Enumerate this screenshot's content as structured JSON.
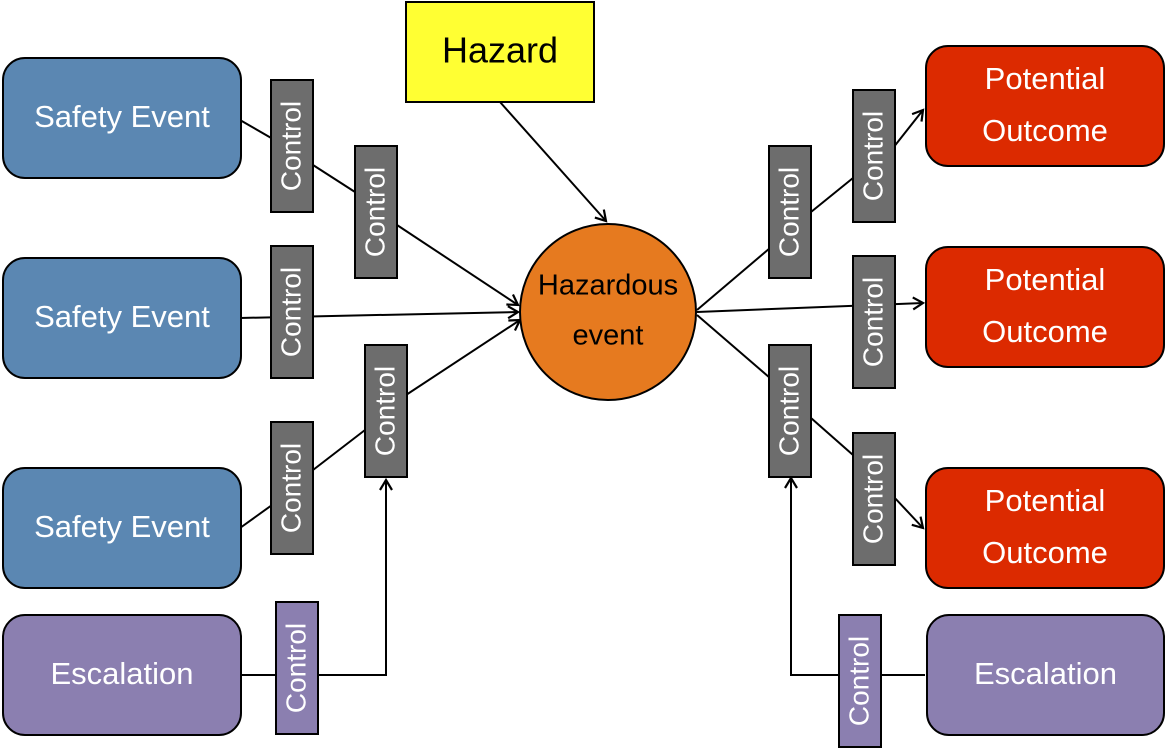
{
  "diagram": {
    "type": "bowtie",
    "hazard": {
      "label": "Hazard",
      "color": "#ffff33"
    },
    "central_event": {
      "label_lines": [
        "Hazardous",
        "event"
      ],
      "color": "#e67a1f"
    },
    "threats": [
      {
        "label": "Safety Event",
        "color": "#5b87b2"
      },
      {
        "label": "Safety Event",
        "color": "#5b87b2"
      },
      {
        "label": "Safety Event",
        "color": "#5b87b2"
      }
    ],
    "left_escalation": {
      "label": "Escalation",
      "color": "#8b7fb0"
    },
    "consequences": [
      {
        "label_lines": [
          "Potential",
          "Outcome"
        ],
        "color": "#dc2a00"
      },
      {
        "label_lines": [
          "Potential",
          "Outcome"
        ],
        "color": "#dc2a00"
      },
      {
        "label_lines": [
          "Potential",
          "Outcome"
        ],
        "color": "#dc2a00"
      }
    ],
    "right_escalation": {
      "label": "Escalation",
      "color": "#8b7fb0"
    },
    "control_label": "Control",
    "control_color": "#6d6d6d",
    "escalation_control_color": "#8b7fb0",
    "controls": [
      {
        "id": "c1",
        "side": "left",
        "path": "threat-1",
        "kind": "barrier"
      },
      {
        "id": "c2",
        "side": "left",
        "path": "threat-1",
        "kind": "barrier"
      },
      {
        "id": "c3",
        "side": "left",
        "path": "threat-2",
        "kind": "barrier"
      },
      {
        "id": "c4",
        "side": "left",
        "path": "threat-3",
        "kind": "barrier"
      },
      {
        "id": "c5",
        "side": "left",
        "path": "threat-3",
        "kind": "barrier"
      },
      {
        "id": "c6",
        "side": "left",
        "path": "left-escalation",
        "kind": "escalation"
      },
      {
        "id": "c7",
        "side": "right",
        "path": "consequence-1",
        "kind": "barrier"
      },
      {
        "id": "c8",
        "side": "right",
        "path": "consequence-1",
        "kind": "barrier"
      },
      {
        "id": "c9",
        "side": "right",
        "path": "consequence-2",
        "kind": "barrier"
      },
      {
        "id": "c10",
        "side": "right",
        "path": "consequence-3",
        "kind": "barrier"
      },
      {
        "id": "c11",
        "side": "right",
        "path": "consequence-3",
        "kind": "barrier"
      },
      {
        "id": "c12",
        "side": "right",
        "path": "right-escalation",
        "kind": "escalation"
      }
    ]
  }
}
